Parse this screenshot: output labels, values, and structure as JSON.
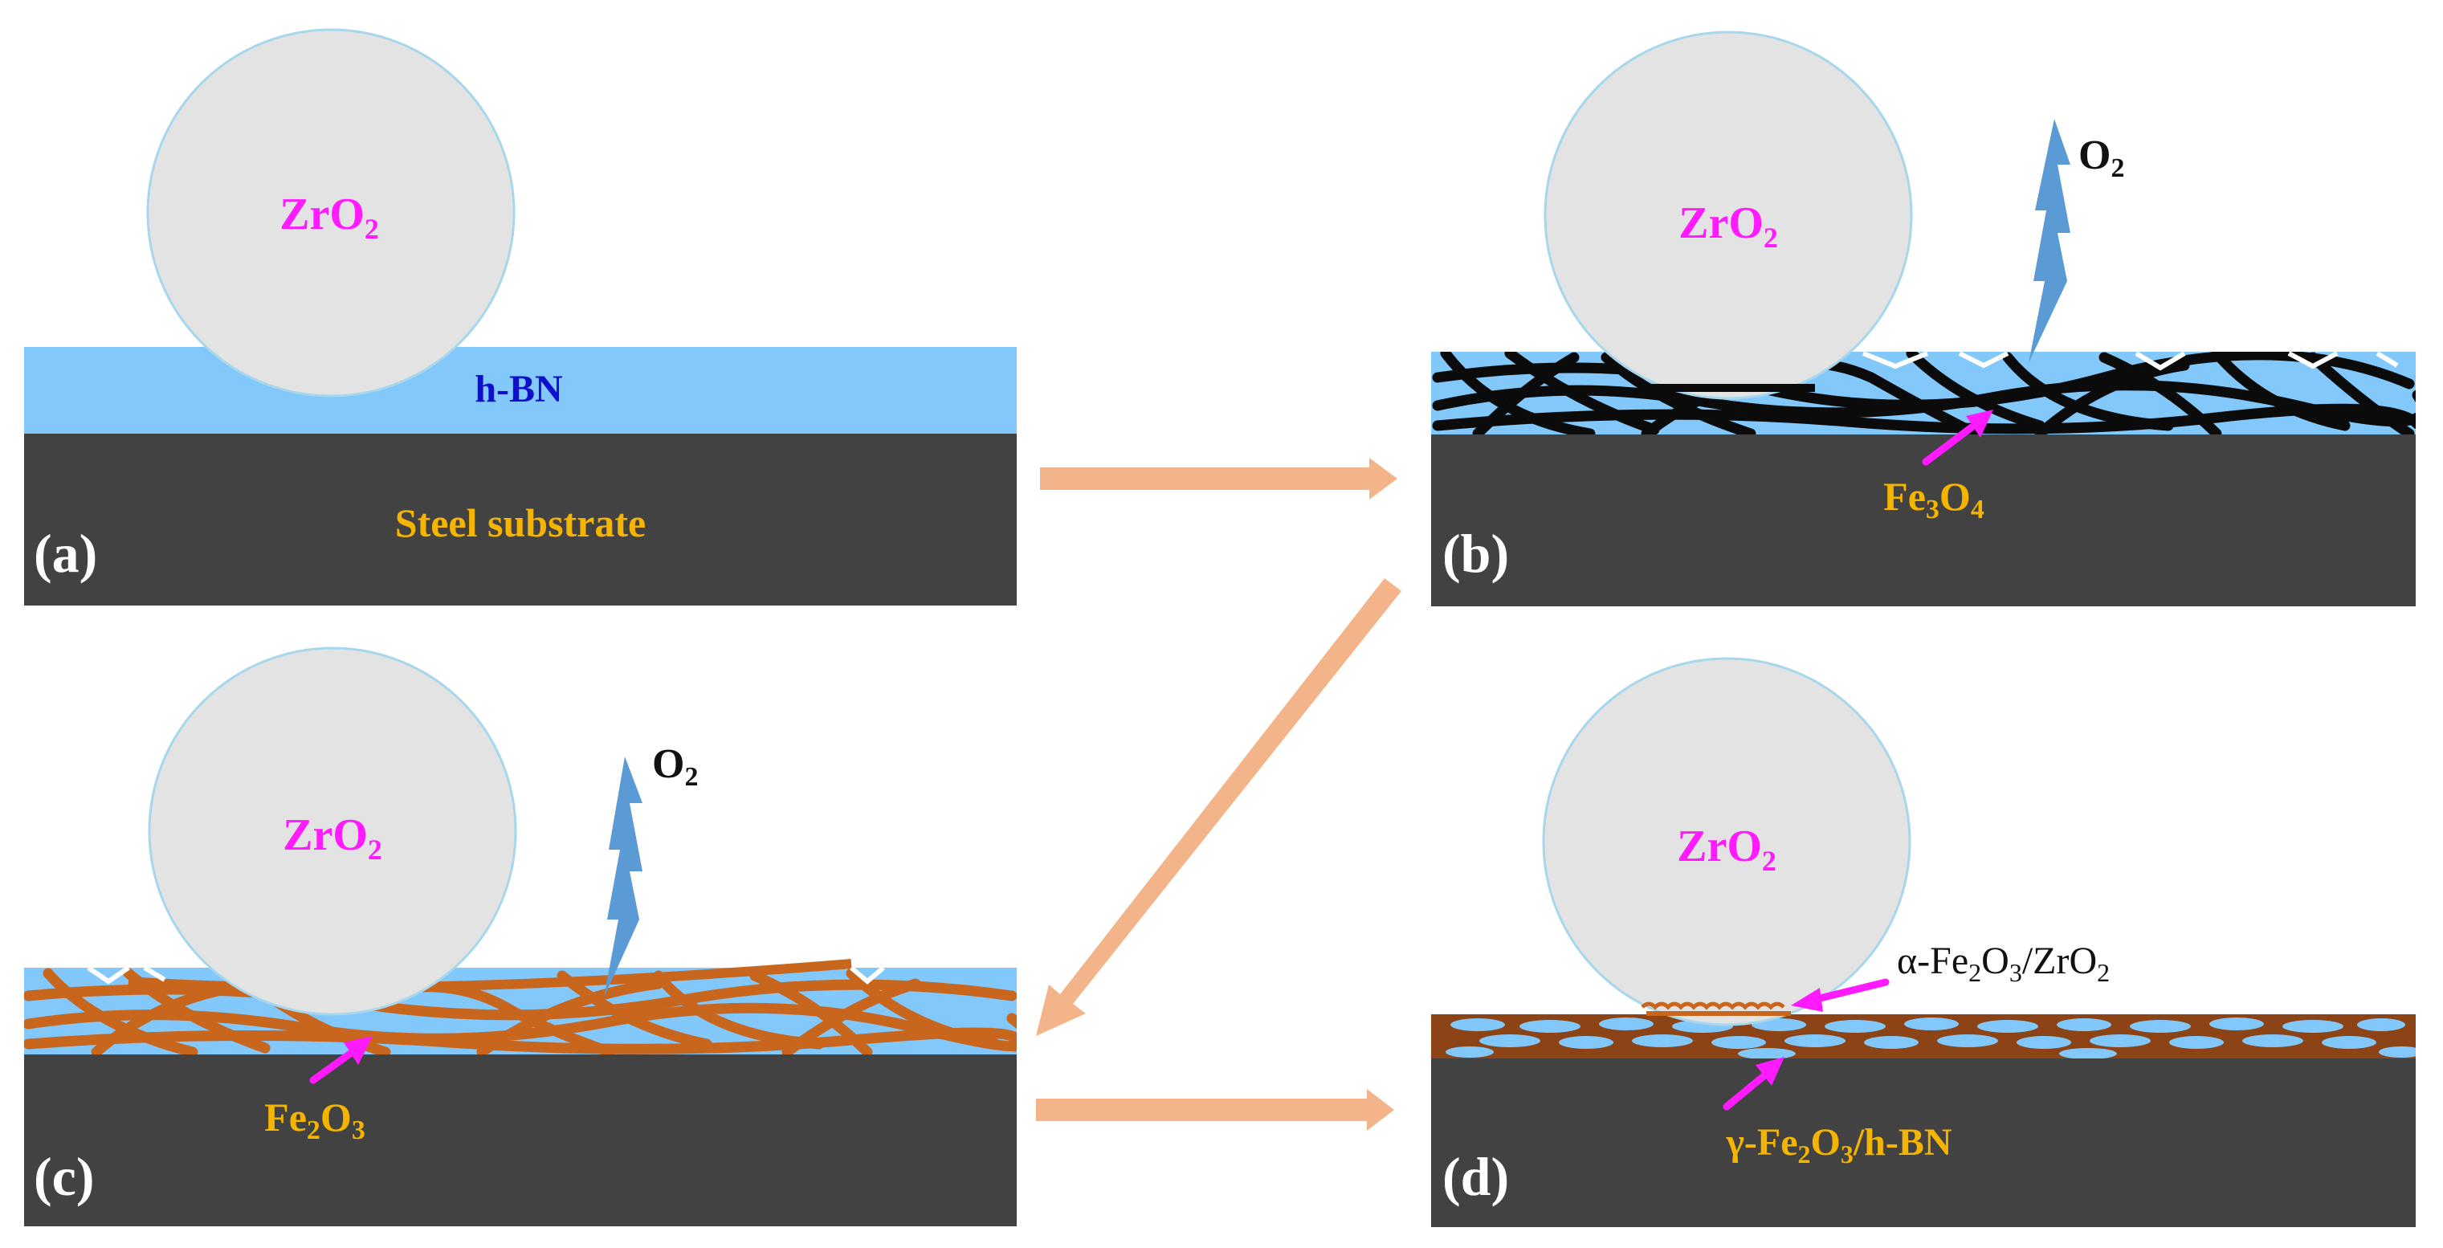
{
  "colors": {
    "background": "#ffffff",
    "substrate": "#424242",
    "hbn": "#82c8fb",
    "ball_fill": "#e3e3e3",
    "ball_stroke": "#a7d7ec",
    "fe3o4": "#0b0b0b",
    "fe2o3": "#c8661e",
    "gamma_layer": "#8c4416",
    "flow_arrow": "#f4b48a",
    "pointer_arrow": "#ff1aff",
    "lightning": "#5b9bd5",
    "zro2_text": "#ff1aff",
    "oxide_text": "#f5b400",
    "hbn_text": "#1010cc"
  },
  "panels": {
    "a": {
      "letter": "(a)",
      "ball": {
        "base": "ZrO",
        "sub": "2"
      },
      "hbn": "h-BN",
      "substrate": "Steel substrate"
    },
    "b": {
      "letter": "(b)",
      "ball": {
        "base": "ZrO",
        "sub": "2"
      },
      "oxygen": {
        "base": "O",
        "sub": "2"
      },
      "oxide": {
        "p1": "Fe",
        "s1": "3",
        "p2": "O",
        "s2": "4"
      }
    },
    "c": {
      "letter": "(c)",
      "ball": {
        "base": "ZrO",
        "sub": "2"
      },
      "oxygen": {
        "base": "O",
        "sub": "2"
      },
      "oxide": {
        "p1": "Fe",
        "s1": "2",
        "p2": "O",
        "s2": "3"
      }
    },
    "d": {
      "letter": "(d)",
      "ball": {
        "base": "ZrO",
        "sub": "2"
      },
      "alpha": {
        "p1": "α-Fe",
        "s1": "2",
        "p2": "O",
        "s2": "3",
        "p3": "/ZrO",
        "s3": "2"
      },
      "gamma": {
        "p1": "γ-Fe",
        "s1": "2",
        "p2": "O",
        "s2": "3",
        "p3": "/h-BN"
      }
    }
  },
  "icons": {
    "flow_arrows": "block-arrow-icon",
    "pointer": "pointer-arrow-icon",
    "oxygen": "lightning-bolt-icon"
  }
}
